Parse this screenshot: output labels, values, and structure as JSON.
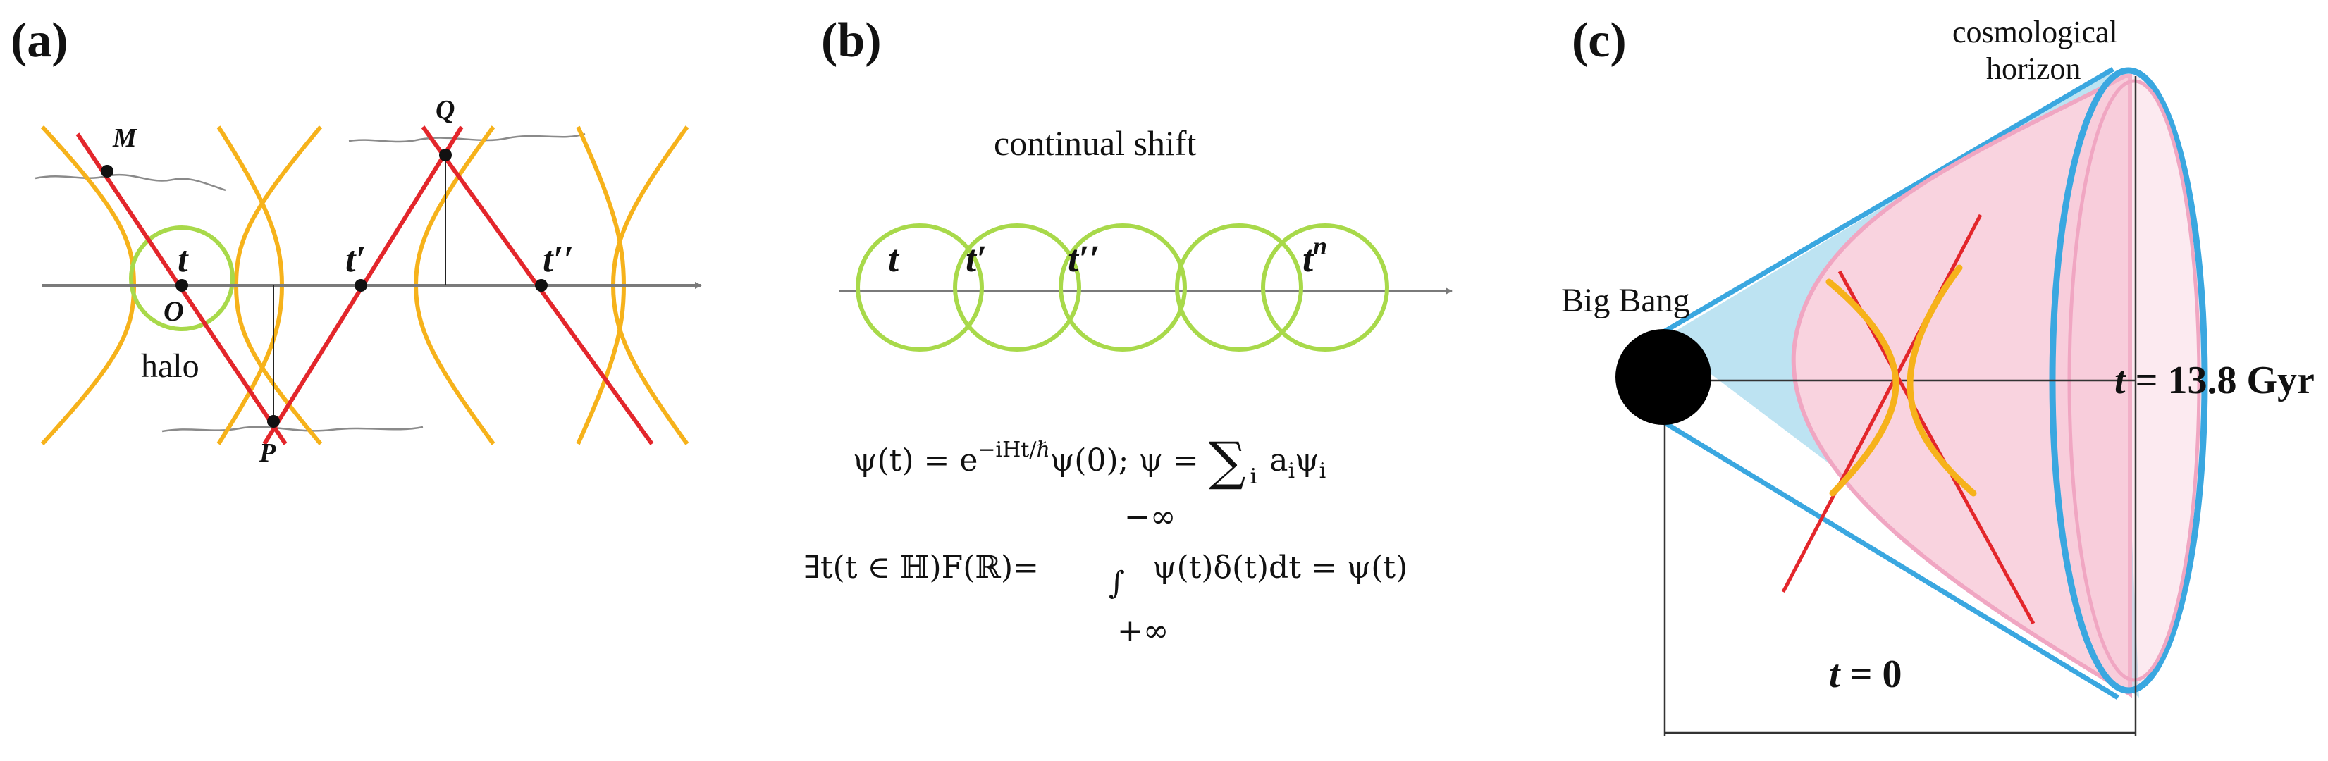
{
  "panels": {
    "a": {
      "label": "(a)",
      "points": {
        "M": "M",
        "Q": "Q",
        "P": "P",
        "O": "O"
      },
      "times": {
        "t": "t",
        "t1": "t′",
        "t2": "t′′"
      },
      "halo": "halo"
    },
    "b": {
      "label": "(b)",
      "title": "continual shift",
      "times": {
        "t": "t",
        "t1": "t′",
        "t2": "t′′",
        "tn_base": "t",
        "tn_sup": "n"
      },
      "eq1_left": "ψ(t) = e",
      "eq1_exp": "−iHt/ℏ",
      "eq1_mid": "ψ(0);    ψ = ",
      "eq1_sum": "∑",
      "eq1_sub": "i",
      "eq1_term": "a",
      "eq1_term_sub": "i",
      "eq1_term2": "ψ",
      "eq1_term2_sub": "i",
      "eq2_left": "∃t(t ∈ ℍ)F(ℝ)=",
      "eq2_int": "∫",
      "eq2_upper": "−∞",
      "eq2_lower": "+∞",
      "eq2_right": "ψ(t)δ(t)dt = ψ(t)"
    },
    "c": {
      "label": "(c)",
      "horizon_line1": "cosmological",
      "horizon_line2": "horizon",
      "big_bang": "Big Bang",
      "t_now_var": "t",
      "t_now_val": " = 13.8 Gyr",
      "t_zero_var": "t",
      "t_zero_val": " = 0"
    }
  },
  "colors": {
    "red": "#e3262b",
    "orange": "#f6b21b",
    "green": "#a8d94a",
    "axis": "#7a7a7a",
    "blue": "#3aa7e0",
    "pink_fill": "#f9d3df",
    "pink_line": "#f0a6c2",
    "blue_fill": "#bde3f2"
  }
}
